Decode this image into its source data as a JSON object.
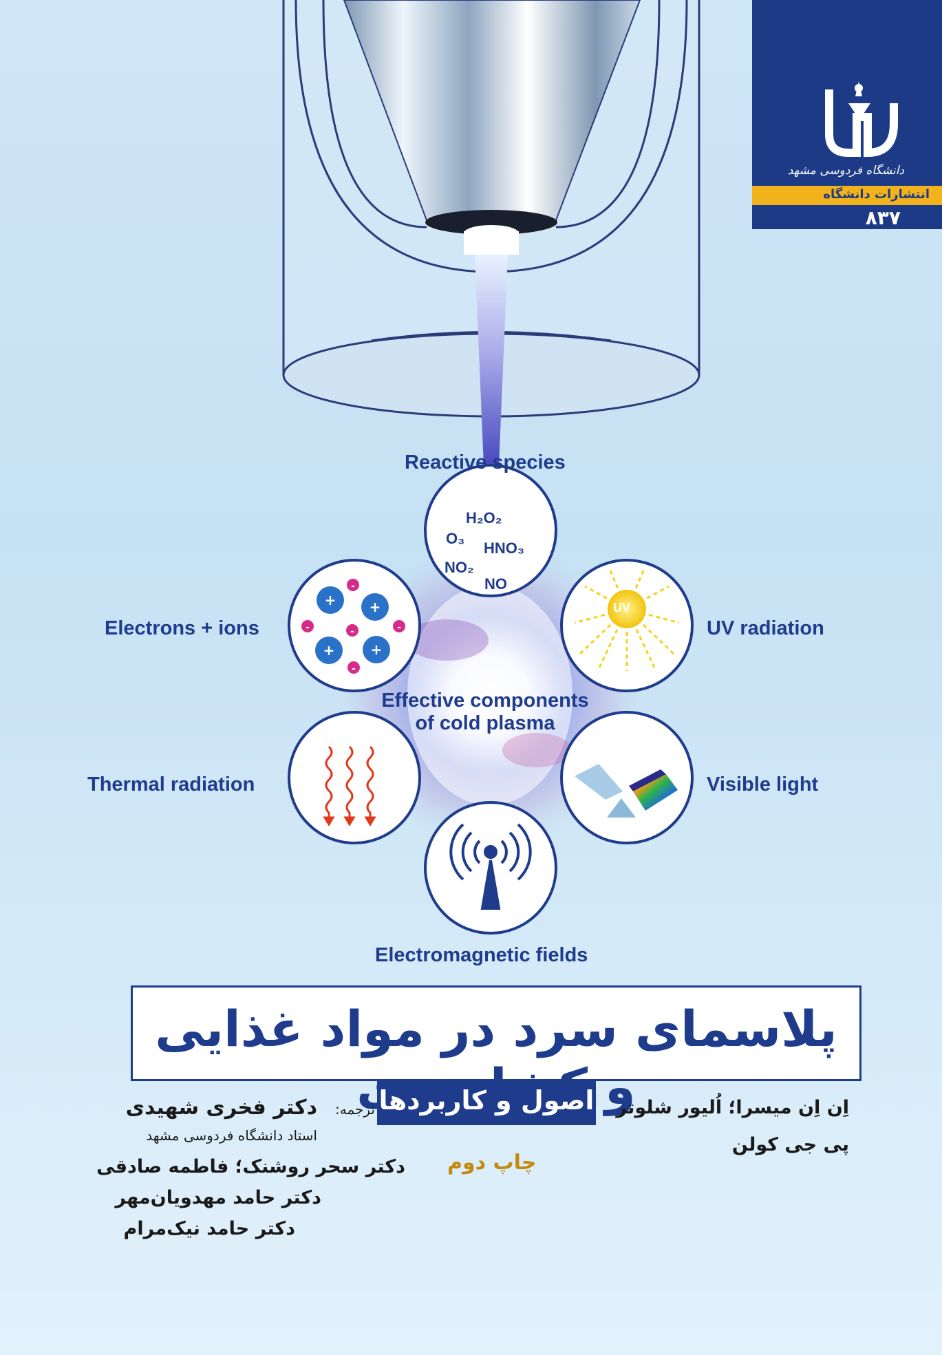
{
  "publisher": {
    "logo_script": "دانشگاه فردوسی مشهد",
    "series_label": "انتشارات دانشگاه",
    "series_number": "۸۳۷"
  },
  "diagram": {
    "center_line1": "Effective components",
    "center_line2": "of cold plasma",
    "components": {
      "reactive_species": "Reactive species",
      "uv_radiation": "UV radiation",
      "visible_light": "Visible light",
      "electromagnetic_fields": "Electromagnetic fields",
      "thermal_radiation": "Thermal radiation",
      "electrons_ions": "Electrons + ions"
    },
    "chemicals": {
      "h2o2": "H₂O₂",
      "o3": "O₃",
      "hno3": "HNO₃",
      "no2": "NO₂",
      "no": "NO"
    },
    "uv_text": "UV",
    "colors": {
      "accent": "#1f3c8c",
      "ion": "#2a72c8",
      "electron": "#d62b8a",
      "uv": "#f5d31a"
    }
  },
  "book": {
    "title": "پلاسمای سرد در مواد غذایی و کشاورزی",
    "subtitle": "اصول و کاربردها",
    "edition": "چاپ دوم",
    "authors_line1": "اِن اِن میسرا؛ اُلیور شلوتر",
    "authors_line2": "پی جی کولن",
    "translation_label": "ترجمه:",
    "translator_main": "دکتر فخری شهیدی",
    "translator_affiliation": "استاد دانشگاه فردوسی مشهد",
    "translators_line1": "دکتر سحر روشنک؛ فاطمه صادقی",
    "translators_line2": "دکتر حامد مهدویان‌مهر",
    "translators_line3": "دکتر حامد نیک‌مرام"
  }
}
